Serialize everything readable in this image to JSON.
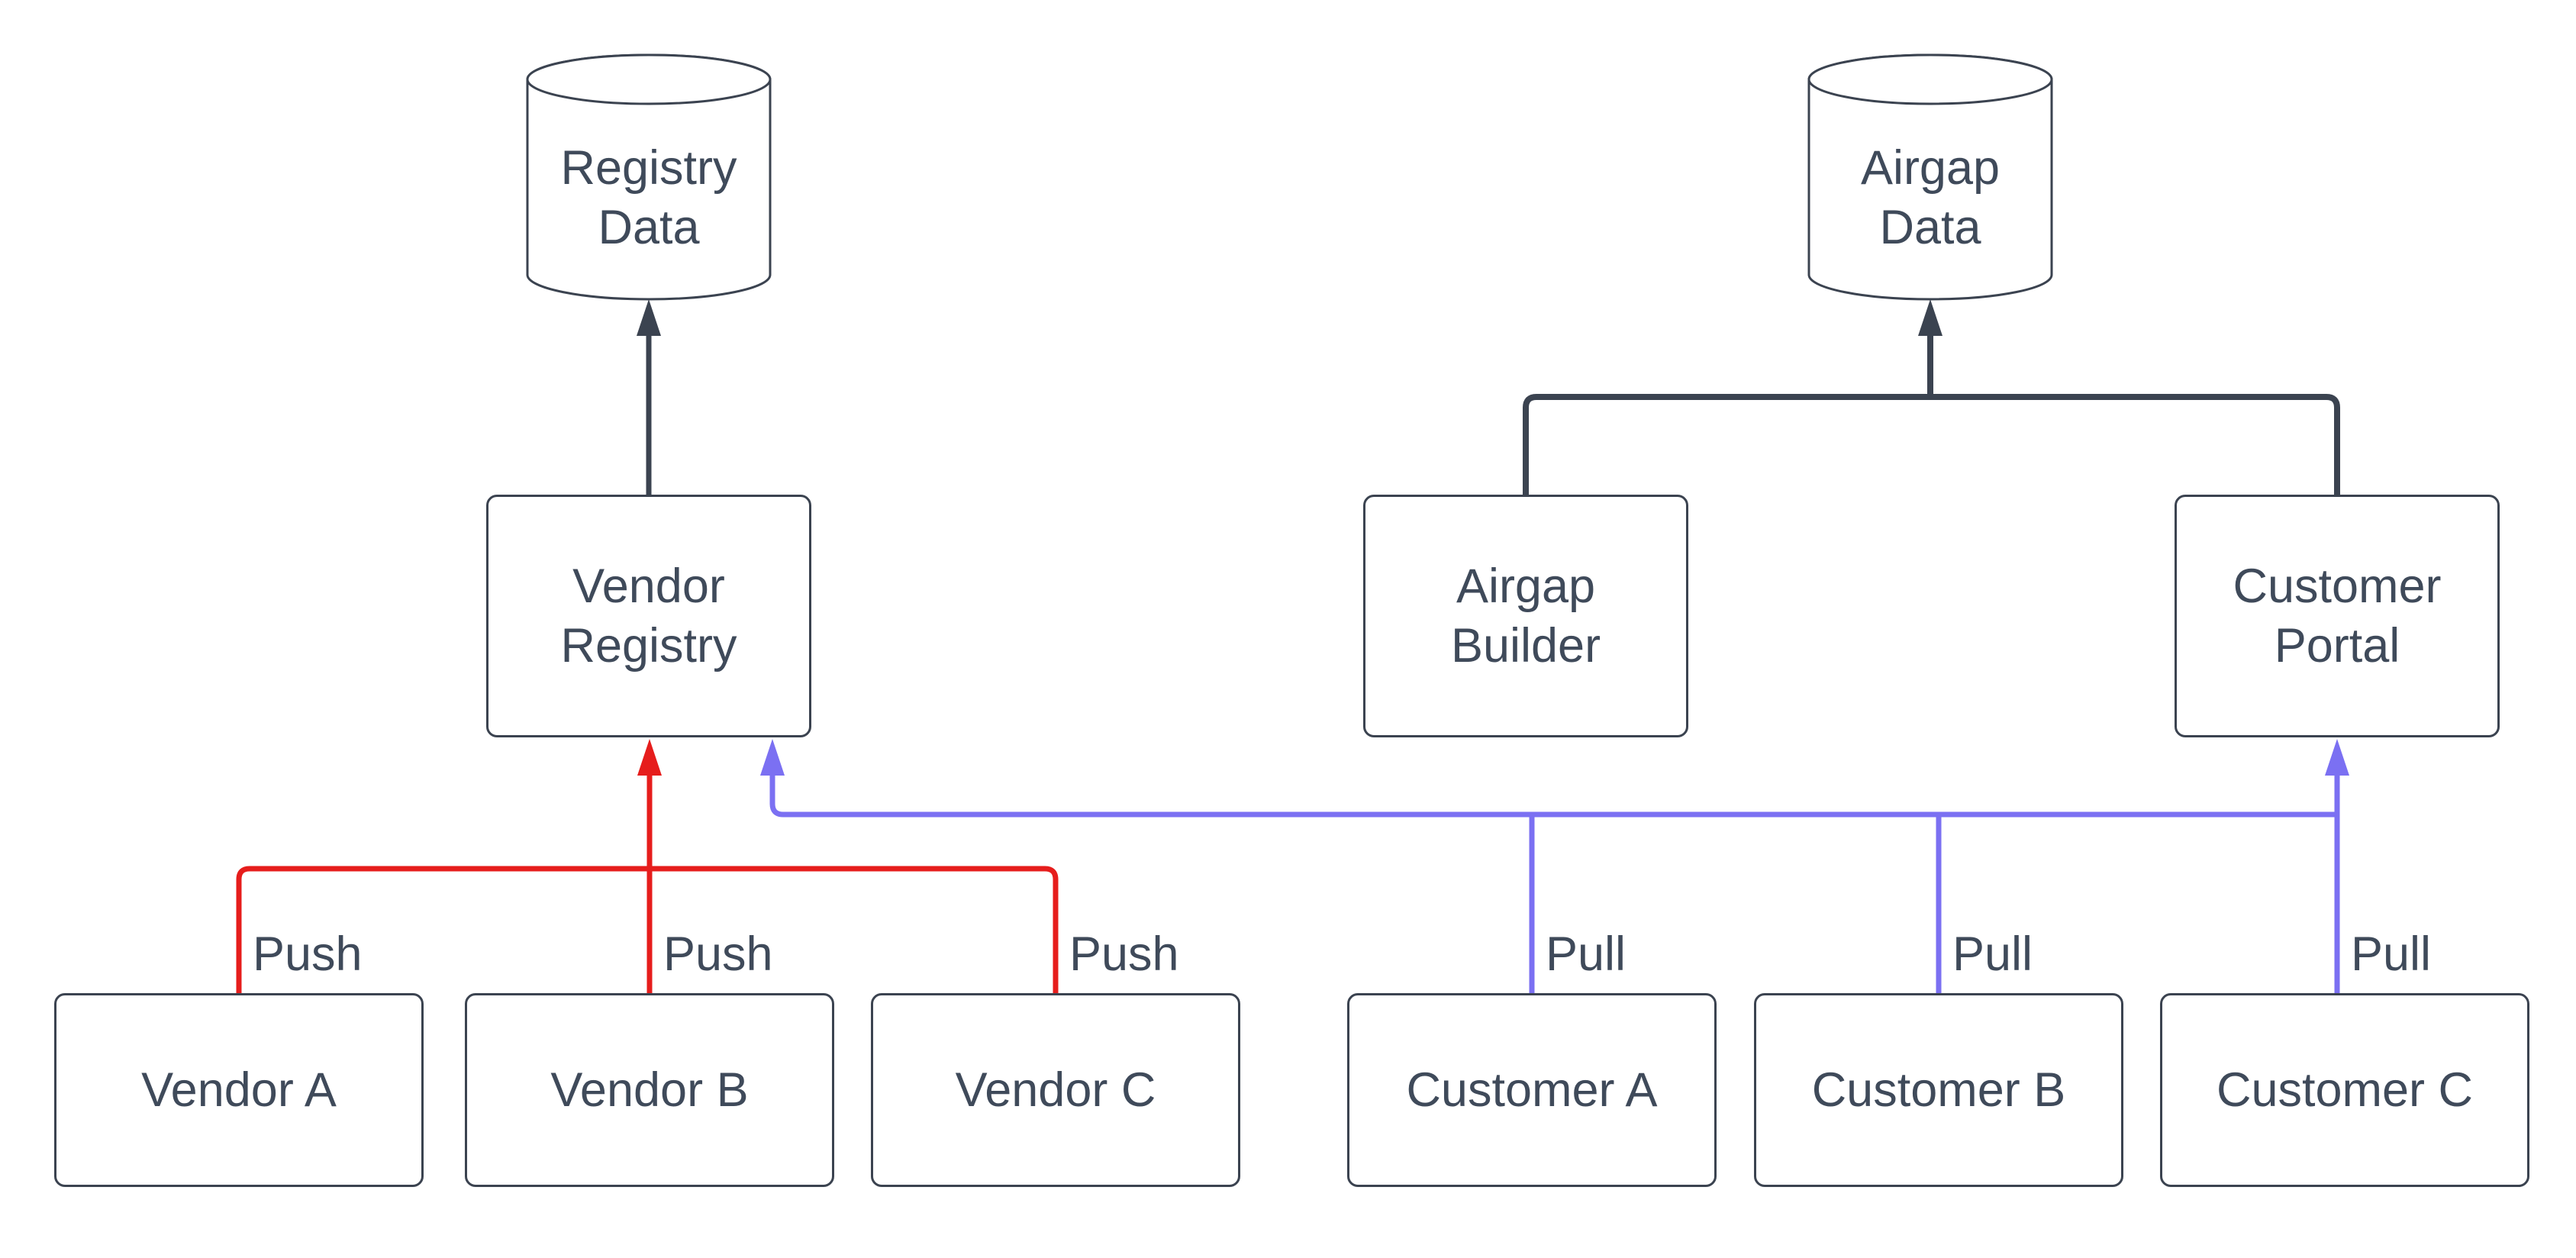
{
  "colors": {
    "stroke_dark": "#3b4350",
    "edge_red": "#e61d1c",
    "edge_blue": "#7b70f2",
    "node_fill": "#ffffff",
    "text": "#3f4a5a",
    "background": "#ffffff"
  },
  "datastores": {
    "registry_data": {
      "line1": "Registry",
      "line2": "Data"
    },
    "airgap_data": {
      "line1": "Airgap",
      "line2": "Data"
    }
  },
  "services": {
    "vendor_registry": {
      "line1": "Vendor",
      "line2": "Registry"
    },
    "airgap_builder": {
      "line1": "Airgap",
      "line2": "Builder"
    },
    "customer_portal": {
      "line1": "Customer",
      "line2": "Portal"
    }
  },
  "vendors": [
    {
      "label": "Vendor A"
    },
    {
      "label": "Vendor B"
    },
    {
      "label": "Vendor C"
    }
  ],
  "customers": [
    {
      "label": "Customer A"
    },
    {
      "label": "Customer B"
    },
    {
      "label": "Customer C"
    }
  ],
  "edge_labels": {
    "push": "Push",
    "pull": "Pull"
  }
}
